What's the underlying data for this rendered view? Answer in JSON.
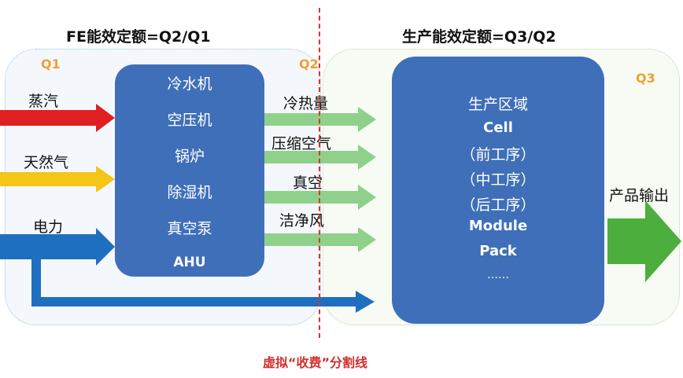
{
  "titles": {
    "left": "FE能效定额=Q2/Q1",
    "right": "生产能效定额=Q3/Q2"
  },
  "q_labels": {
    "q1": "Q1",
    "q2": "Q2",
    "q3": "Q3"
  },
  "inputs": [
    {
      "label": "蒸汽",
      "color": "#e02020"
    },
    {
      "label": "天然气",
      "color": "#f5c518"
    },
    {
      "label": "电力",
      "color": "#1f6fc0"
    }
  ],
  "facility_box": {
    "items": [
      "冷水机",
      "空压机",
      "锅炉",
      "除湿机",
      "真空泵"
    ],
    "last": "AHU"
  },
  "utilities": [
    "冷热量",
    "压缩空气",
    "真空",
    "洁净风"
  ],
  "production_box": {
    "title": "生产区域",
    "cell": "Cell",
    "stages": [
      "（前工序）",
      "（中工序）",
      "（后工序）"
    ],
    "module": "Module",
    "pack": "Pack",
    "ellipsis": "……"
  },
  "output": {
    "label": "产品输出"
  },
  "divider": {
    "label": "虚拟“收费”分割线"
  },
  "colors": {
    "box_blue": "#3f6fb8",
    "utility_green": "#8fd18a",
    "output_green": "#4cae3c",
    "divider_red": "#e03030"
  }
}
